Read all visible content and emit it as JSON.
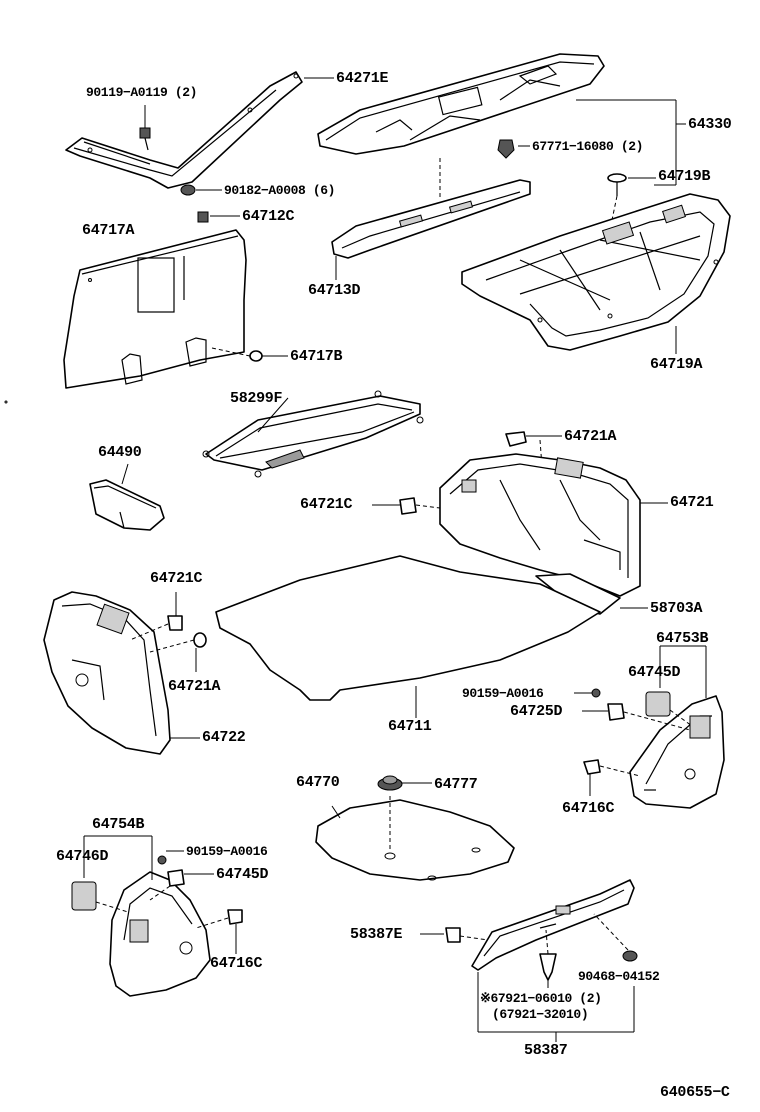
{
  "labels": {
    "p_90119": "90119−A0119 (2)",
    "p_64271E": "64271E",
    "p_64330": "64330",
    "p_67771": "67771−16080 (2)",
    "p_90182": "90182−A0008 (6)",
    "p_64719B": "64719B",
    "p_64712C": "64712C",
    "p_64717A": "64717A",
    "p_64713D": "64713D",
    "p_64719A": "64719A",
    "p_64717B": "64717B",
    "p_58299F": "58299F",
    "p_64721A_top": "64721A",
    "p_64490": "64490",
    "p_64721C_mid": "64721C",
    "p_64721": "64721",
    "p_58703A": "58703A",
    "p_64721C_left": "64721C",
    "p_64753B": "64753B",
    "p_64745D_right": "64745D",
    "p_64721A_left": "64721A",
    "p_90159_right": "90159−A0016",
    "p_64725D": "64725D",
    "p_64711": "64711",
    "p_64722": "64722",
    "p_64716C_right": "64716C",
    "p_64770": "64770",
    "p_64777": "64777",
    "p_64754B": "64754B",
    "p_64746D": "64746D",
    "p_90159_left": "90159−A0016",
    "p_64745D_left": "64745D",
    "p_64716C_left": "64716C",
    "p_58387E": "58387E",
    "p_90468": "90468−04152",
    "p_67921_a": "※67921−06010 (2)",
    "p_67921_b": "(67921−32010)",
    "p_58387": "58387",
    "diagram_code": "640655−C"
  }
}
